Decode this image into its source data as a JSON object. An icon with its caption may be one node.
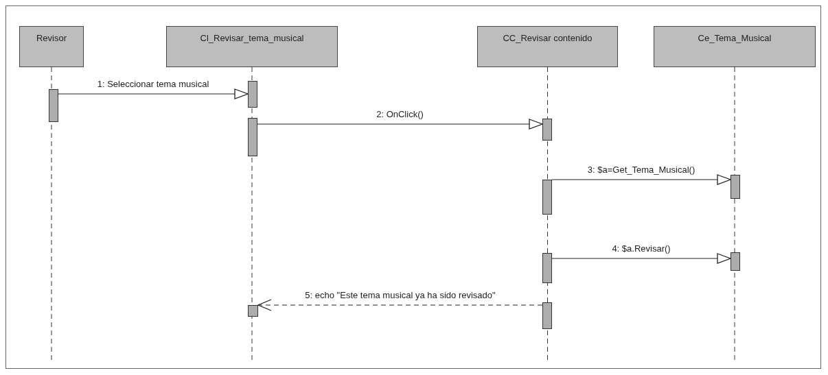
{
  "diagram": {
    "nodes": [
      {
        "text": [
          "Revisor"
        ]
      },
      {
        "text": [
          "Cl_Revisar_tema_musical"
        ]
      },
      {
        "text": [
          "CC_Revisar contenido"
        ]
      },
      {
        "text": [
          "Ce_Tema_Musical"
        ]
      },
      {
        "text": [],
        "shape": "bar"
      },
      {
        "text": [],
        "shape": "bar"
      },
      {
        "text": [],
        "shape": "bar"
      },
      {
        "text": [],
        "shape": "bar"
      },
      {
        "text": [],
        "shape": "bar"
      },
      {
        "text": [],
        "shape": "bar"
      },
      {
        "text": [],
        "shape": "bar"
      },
      {
        "text": [],
        "shape": "bar"
      },
      {
        "text": [],
        "shape": "bar"
      },
      {
        "text": [],
        "shape": "bar"
      }
    ],
    "edges": [
      {
        "from": 5,
        "to": 4,
        "arrow": "to",
        "label": "1: Seleccionar tema musical"
      },
      {
        "from": 6,
        "to": 7,
        "arrow": "to",
        "label": "2: OnClick()"
      },
      {
        "from": 9,
        "to": 8,
        "arrow": "to",
        "label": "3: $a=Get_Tema_Musical()"
      },
      {
        "from": 11,
        "to": 10,
        "arrow": "to",
        "label": "4: $a.Revisar()"
      },
      {
        "from": 12,
        "to": 13,
        "arrow": "to",
        "label": "5: echo \"Este tema musical ya ha sido revisado\"",
        "style": "dashed"
      }
    ]
  }
}
